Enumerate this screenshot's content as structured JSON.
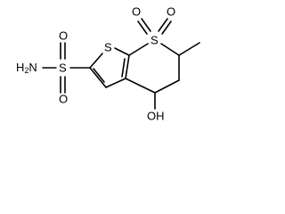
{
  "structure": {
    "labels": {
      "amide_n": "H",
      "amide_n_sub": "2",
      "amide_n_atom": "N",
      "sulfonamide_s": "S",
      "sulfonamide_o_top": "O",
      "sulfonamide_o_bottom": "O",
      "thiophene_s": "S",
      "ring_s": "S",
      "ring_s_o_left": "O",
      "ring_s_o_right": "O",
      "hydroxyl": "OH"
    },
    "colors": {
      "bond": "#000000",
      "text": "#000000",
      "background": "#ffffff"
    }
  }
}
